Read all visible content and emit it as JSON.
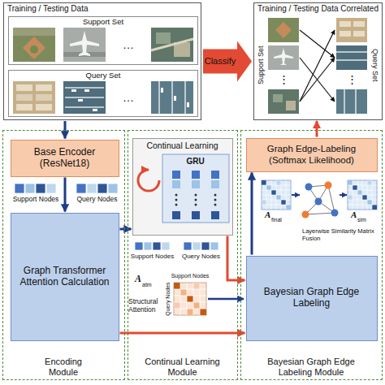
{
  "diagram": {
    "nodes": [
      {
        "text": [
          "Training / Testing Data"
        ]
      },
      {
        "text": [
          "Support Set"
        ],
        "in": 0
      },
      {
        "text": [
          "Query Set"
        ],
        "in": 0
      },
      {
        "text": [
          "Training / Testing Data Correlated",
          "Support Set",
          "Query Set"
        ]
      },
      {
        "text": [
          "Encoding Module"
        ]
      },
      {
        "text": [
          "Base Encoder (ResNet18)"
        ],
        "in": 4
      },
      {
        "text": [
          "Graph Transformer Attention Calculation"
        ],
        "in": 4
      },
      {
        "text": [
          "Continual Learning Module"
        ]
      },
      {
        "text": [
          "Continual Learning",
          "GRU"
        ],
        "in": 7
      },
      {
        "text": [
          "Bayesian Graph Edge Labeling Module"
        ]
      },
      {
        "text": [
          "Graph Edge-Labeling (Softmax Likelihood)"
        ],
        "in": 9
      },
      {
        "text": [
          "Bayesian Graph Edge Labeling"
        ],
        "in": 9
      }
    ],
    "edges": [
      {
        "from": 0,
        "to": 3,
        "label": "Classify",
        "arrow": "to"
      },
      {
        "from": 0,
        "to": 5,
        "arrow": "to"
      },
      {
        "from": 5,
        "to": 6,
        "arrow": "to"
      },
      {
        "from": 6,
        "to": 8,
        "arrow": "to"
      },
      {
        "from": 8,
        "to": 11,
        "arrow": "to"
      },
      {
        "from": 6,
        "to": 11,
        "arrow": "to"
      },
      {
        "from": 11,
        "to": 10,
        "arrow": "to"
      },
      {
        "from": 10,
        "to": 3,
        "arrow": "to"
      }
    ],
    "labels": [
      "…",
      "…",
      "⋮",
      "⋮",
      "Support Nodes",
      "Query Nodes",
      "Support Nodes",
      "Query Nodes",
      "A",
      "atm",
      "Structural Attention",
      "Support Nodes",
      "Query Nodes",
      "A",
      "final",
      "A",
      "sim",
      "Layerwise Similarity Matrix Fusion"
    ]
  }
}
